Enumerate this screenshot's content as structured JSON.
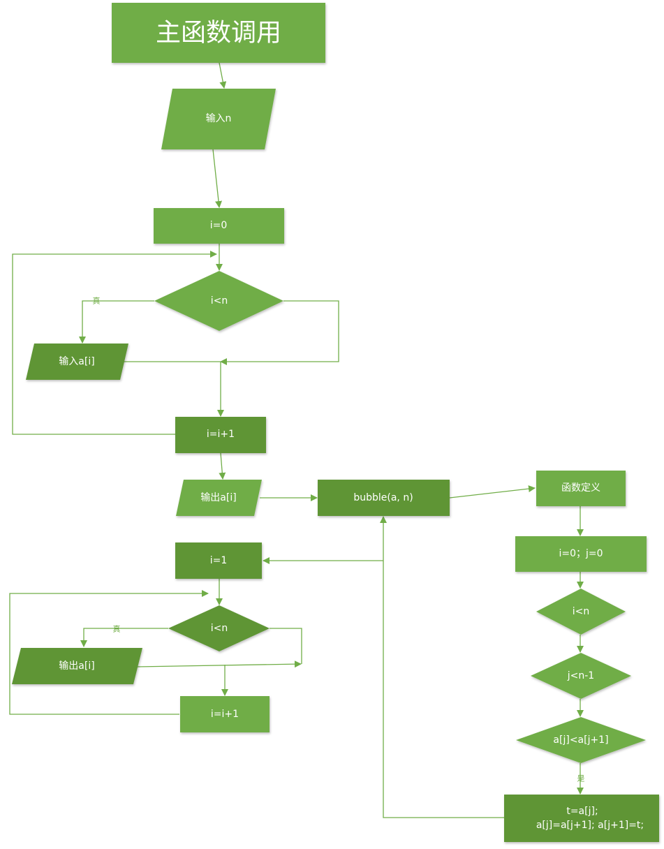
{
  "colors": {
    "light": "#70ad47",
    "dark": "#5e9536",
    "line": "#70ad47",
    "text": "#ffffff"
  },
  "nodes": {
    "main_title": "主函数调用",
    "input_n": "输入n",
    "init_i0": "i=0",
    "cond_i_lt_n_1": "i<n",
    "input_ai": "输入a[i]",
    "incr_1": "i=i+1",
    "output_ai_1": "输出a[i]",
    "bubble_call": "bubble(a, n)",
    "func_def": "函数定义",
    "init_i0_j0": "i=0；j=0",
    "cond_i_lt_n_3": "i<n",
    "cond_j_lt_n1": "j<n-1",
    "cond_compare": "a[j]<a[j+1]",
    "swap_line1": "t=a[j];",
    "swap_line2": "a[j]=a[j+1];  a[j+1]=t;",
    "init_i1": "i=1",
    "cond_i_lt_n_2": "i<n",
    "output_ai_2": "输出a[i]",
    "incr_2": "i=i+1"
  },
  "edge_labels": {
    "true_1": "真",
    "true_2": "真",
    "yes": "是"
  }
}
